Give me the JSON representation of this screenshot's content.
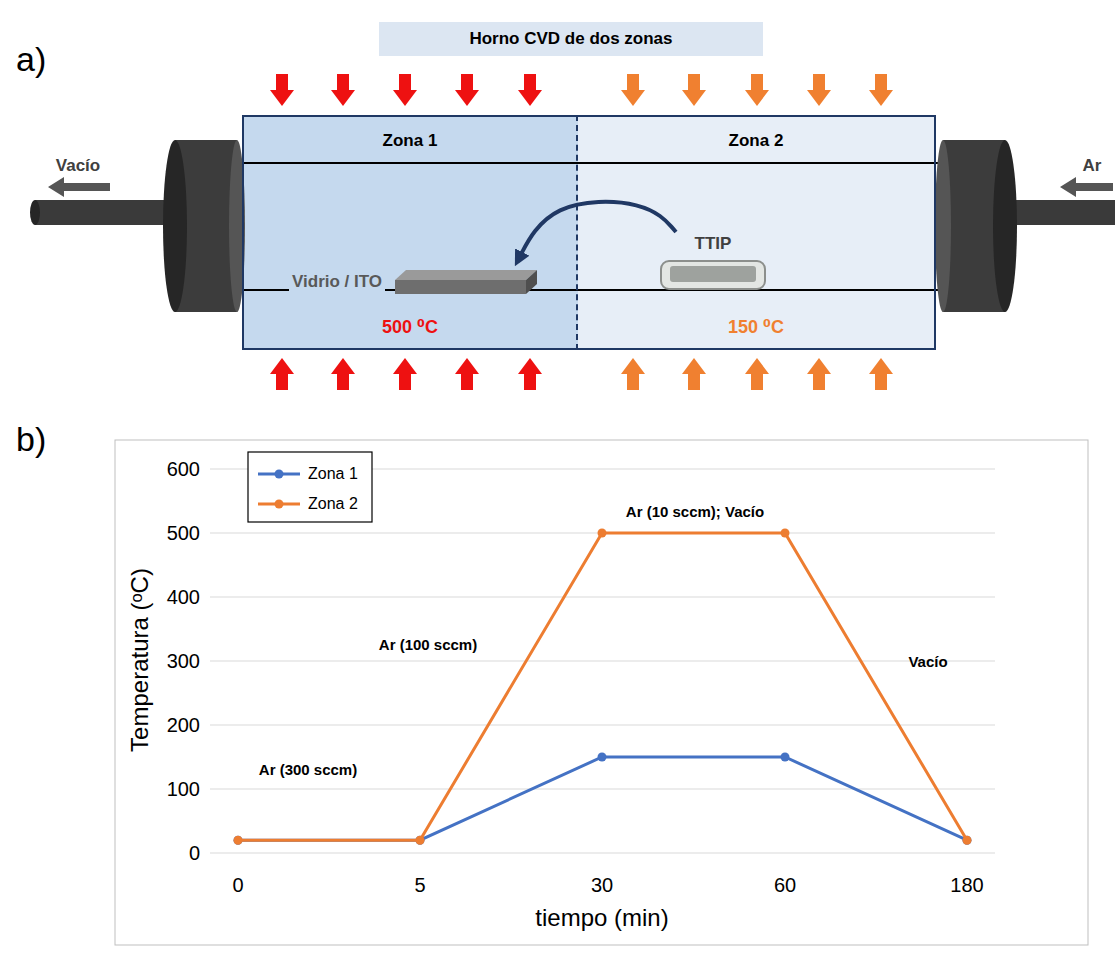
{
  "diagram": {
    "nodes": [
      {
        "text": [
          "Horno CVD de dos zonas"
        ]
      },
      {
        "text": [
          "Zona 1",
          "500 ⁰C"
        ]
      },
      {
        "text": [
          "Zona 2",
          "150 ⁰C"
        ]
      },
      {
        "text": [
          "Vidrio / ITO"
        ],
        "in": 1
      },
      {
        "text": [
          "TTIP"
        ],
        "in": 2
      }
    ],
    "edges": [
      {
        "from": 4,
        "to": 3,
        "arrow": "to"
      }
    ],
    "labels": [
      "a)",
      "Vacío",
      "Ar",
      "b)",
      "600",
      "500",
      "400",
      "300",
      "200",
      "100",
      "0",
      "0",
      "5",
      "30",
      "60",
      "180",
      "Temperatura (ᵒC)",
      "tiempo (min)",
      "Ar (300 sccm)",
      "Ar (100 sccm)",
      "Ar (10 sccm); Vacío",
      "Vacío"
    ],
    "legend": [
      {
        "text": "Zona 1"
      },
      {
        "text": "Zona 2"
      }
    ]
  }
}
